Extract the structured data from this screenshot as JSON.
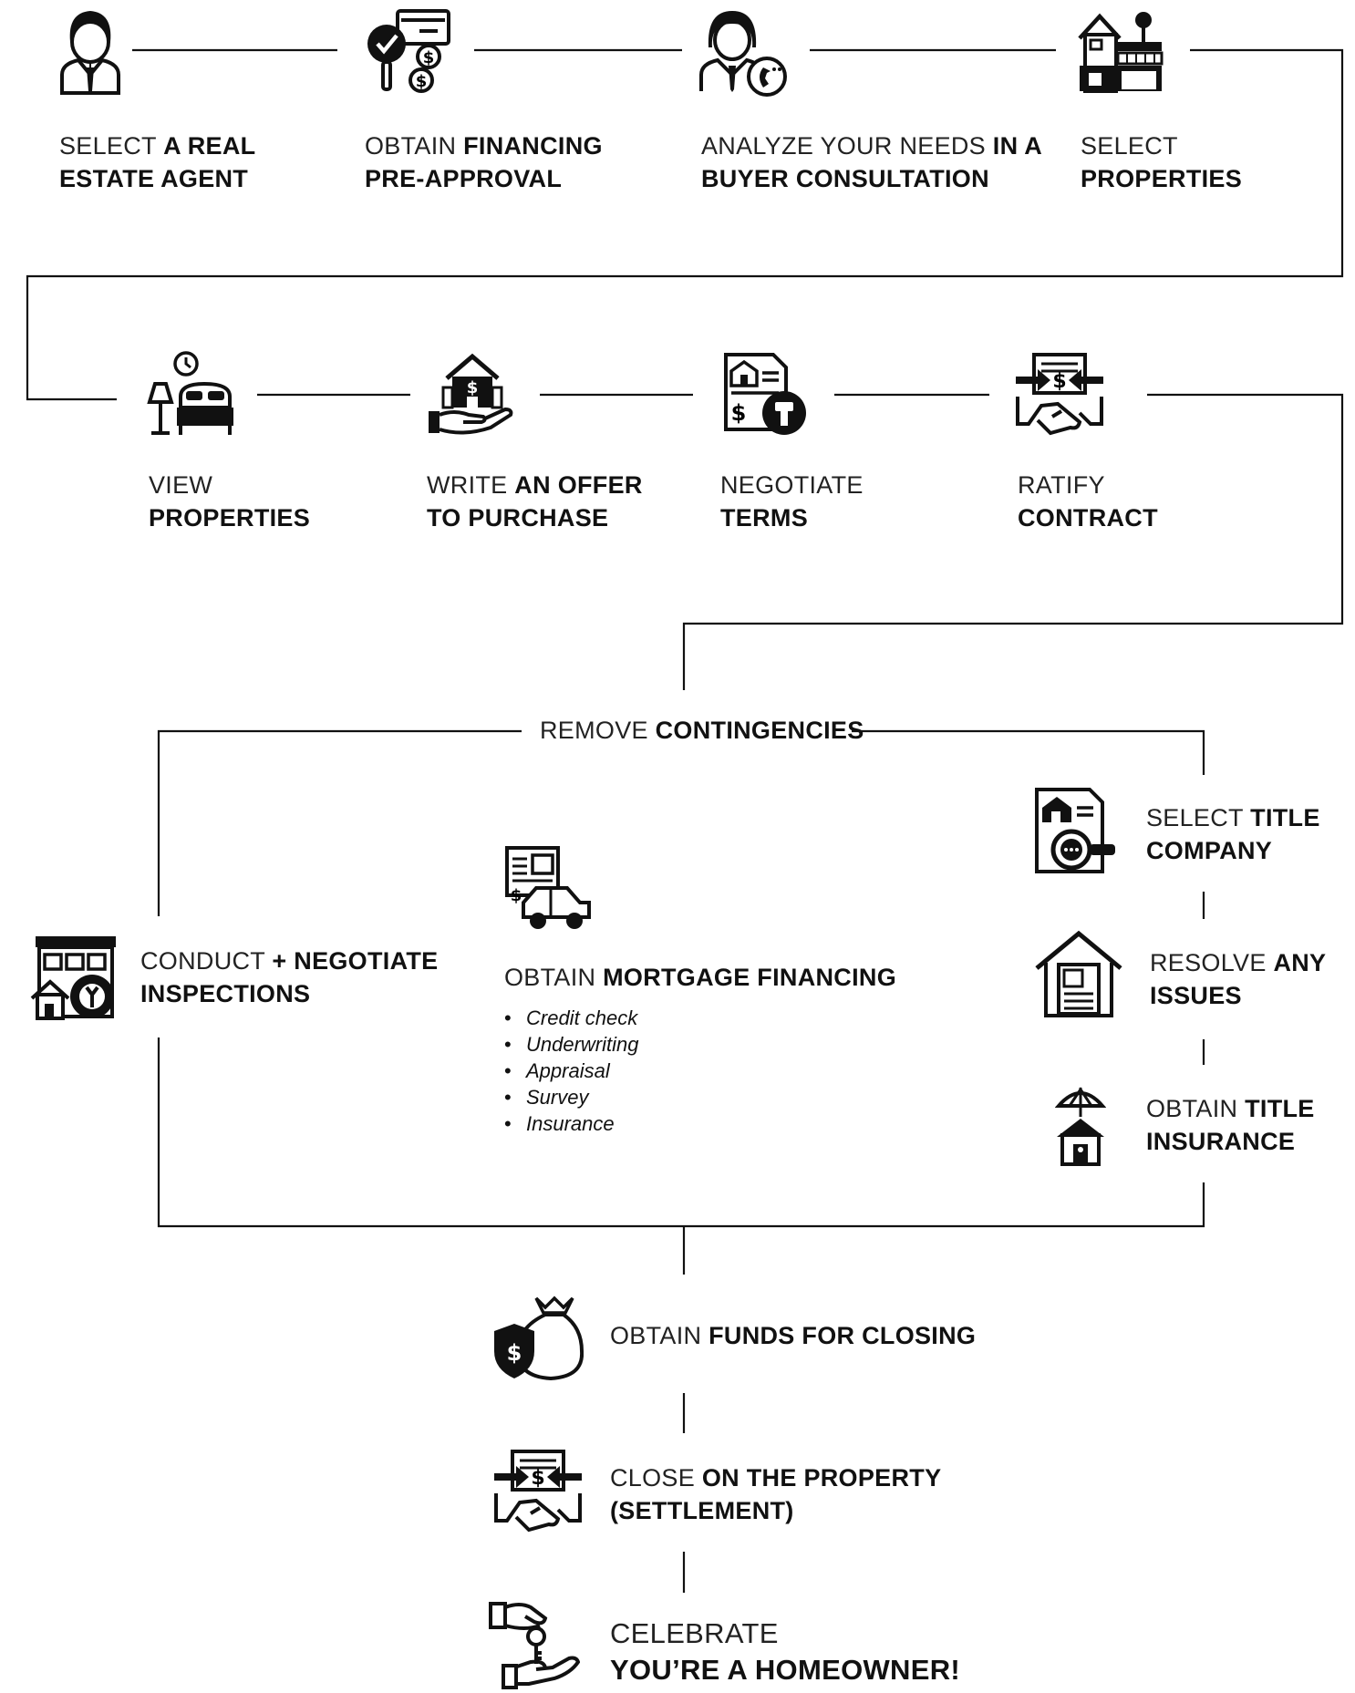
{
  "steps": {
    "agent": {
      "light": "SELECT ",
      "bold": "A REAL",
      "line2": "ESTATE AGENT"
    },
    "financing": {
      "light": "OBTAIN ",
      "bold": "FINANCING",
      "line2": "PRE-APPROVAL"
    },
    "analyze": {
      "light": "ANALYZE YOUR NEEDS ",
      "bold": "IN A",
      "line2": "BUYER CONSULTATION"
    },
    "select_props": {
      "light": "SELECT",
      "line2": "PROPERTIES"
    },
    "view": {
      "light": "VIEW",
      "line2": "PROPERTIES"
    },
    "offer": {
      "light": "WRITE ",
      "bold": "AN OFFER",
      "line2": "TO PURCHASE"
    },
    "negotiate": {
      "light": "NEGOTIATE",
      "line2": "TERMS"
    },
    "ratify": {
      "light": "RATIFY",
      "line2": "CONTRACT"
    },
    "contingencies": {
      "light": "REMOVE ",
      "bold": "CONTINGENCIES"
    },
    "inspections": {
      "light": "CONDUCT  ",
      "bold": "+  NEGOTIATE",
      "line2": "INSPECTIONS"
    },
    "mortgage": {
      "light": "OBTAIN ",
      "bold": "MORTGAGE FINANCING",
      "bullets": [
        "Credit check",
        "Underwriting",
        "Appraisal",
        "Survey",
        "Insurance"
      ]
    },
    "title_company": {
      "light": "SELECT  ",
      "bold": "TITLE",
      "line2": "COMPANY"
    },
    "resolve": {
      "light": "RESOLVE ",
      "bold": "ANY",
      "line2": "ISSUES"
    },
    "title_insurance": {
      "light": "OBTAIN ",
      "bold": "TITLE",
      "line2": "INSURANCE"
    },
    "funds": {
      "light": "OBTAIN ",
      "bold": "FUNDS FOR CLOSING"
    },
    "close": {
      "light": "CLOSE ",
      "bold": "ON THE PROPERTY",
      "line2": "(SETTLEMENT)"
    },
    "celebrate": {
      "light": "CELEBRATE",
      "line2": "YOU’RE A HOMEOWNER!"
    }
  },
  "colors": {
    "ink": "#111111",
    "paper": "#ffffff"
  }
}
